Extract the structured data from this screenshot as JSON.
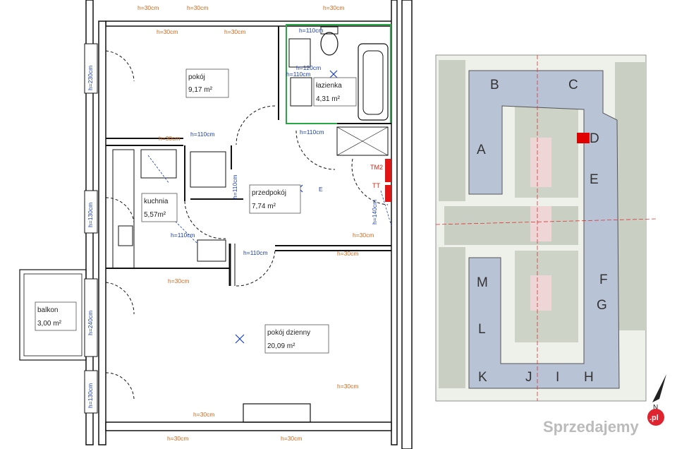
{
  "rooms": {
    "pokoj": {
      "name": "pokój",
      "area": "9,17 m²"
    },
    "lazienka": {
      "name": "łazienka",
      "area": "4,31 m²"
    },
    "kuchnia": {
      "name": "kuchnia",
      "area": "5,57m²"
    },
    "przedpokoj": {
      "name": "przedpokój",
      "area": "7,74 m²"
    },
    "balkon": {
      "name": "balkon",
      "area": "3,00 m²"
    },
    "pokoj_dzienny": {
      "name": "pokój dzienny",
      "area": "20,09 m²"
    }
  },
  "heights": {
    "h30": "h=30cm",
    "h110": "h=110cm",
    "h120": "h=120cm",
    "w230": "h=230cm",
    "w130": "h=130cm",
    "w240": "h=240cm",
    "h140": "h=140cm"
  },
  "markers": {
    "tm2": "TM2",
    "tt": "TT",
    "e": "E"
  },
  "site_plan": {
    "buildings": [
      "A",
      "B",
      "C",
      "D",
      "E",
      "F",
      "G",
      "H",
      "I",
      "J",
      "K",
      "L",
      "M"
    ],
    "highlight_color": "#e00000",
    "building_color": "#b9c3d6"
  },
  "north": "N",
  "watermark": {
    "brand": "Sprzedajemy",
    "suffix": ".pl"
  }
}
